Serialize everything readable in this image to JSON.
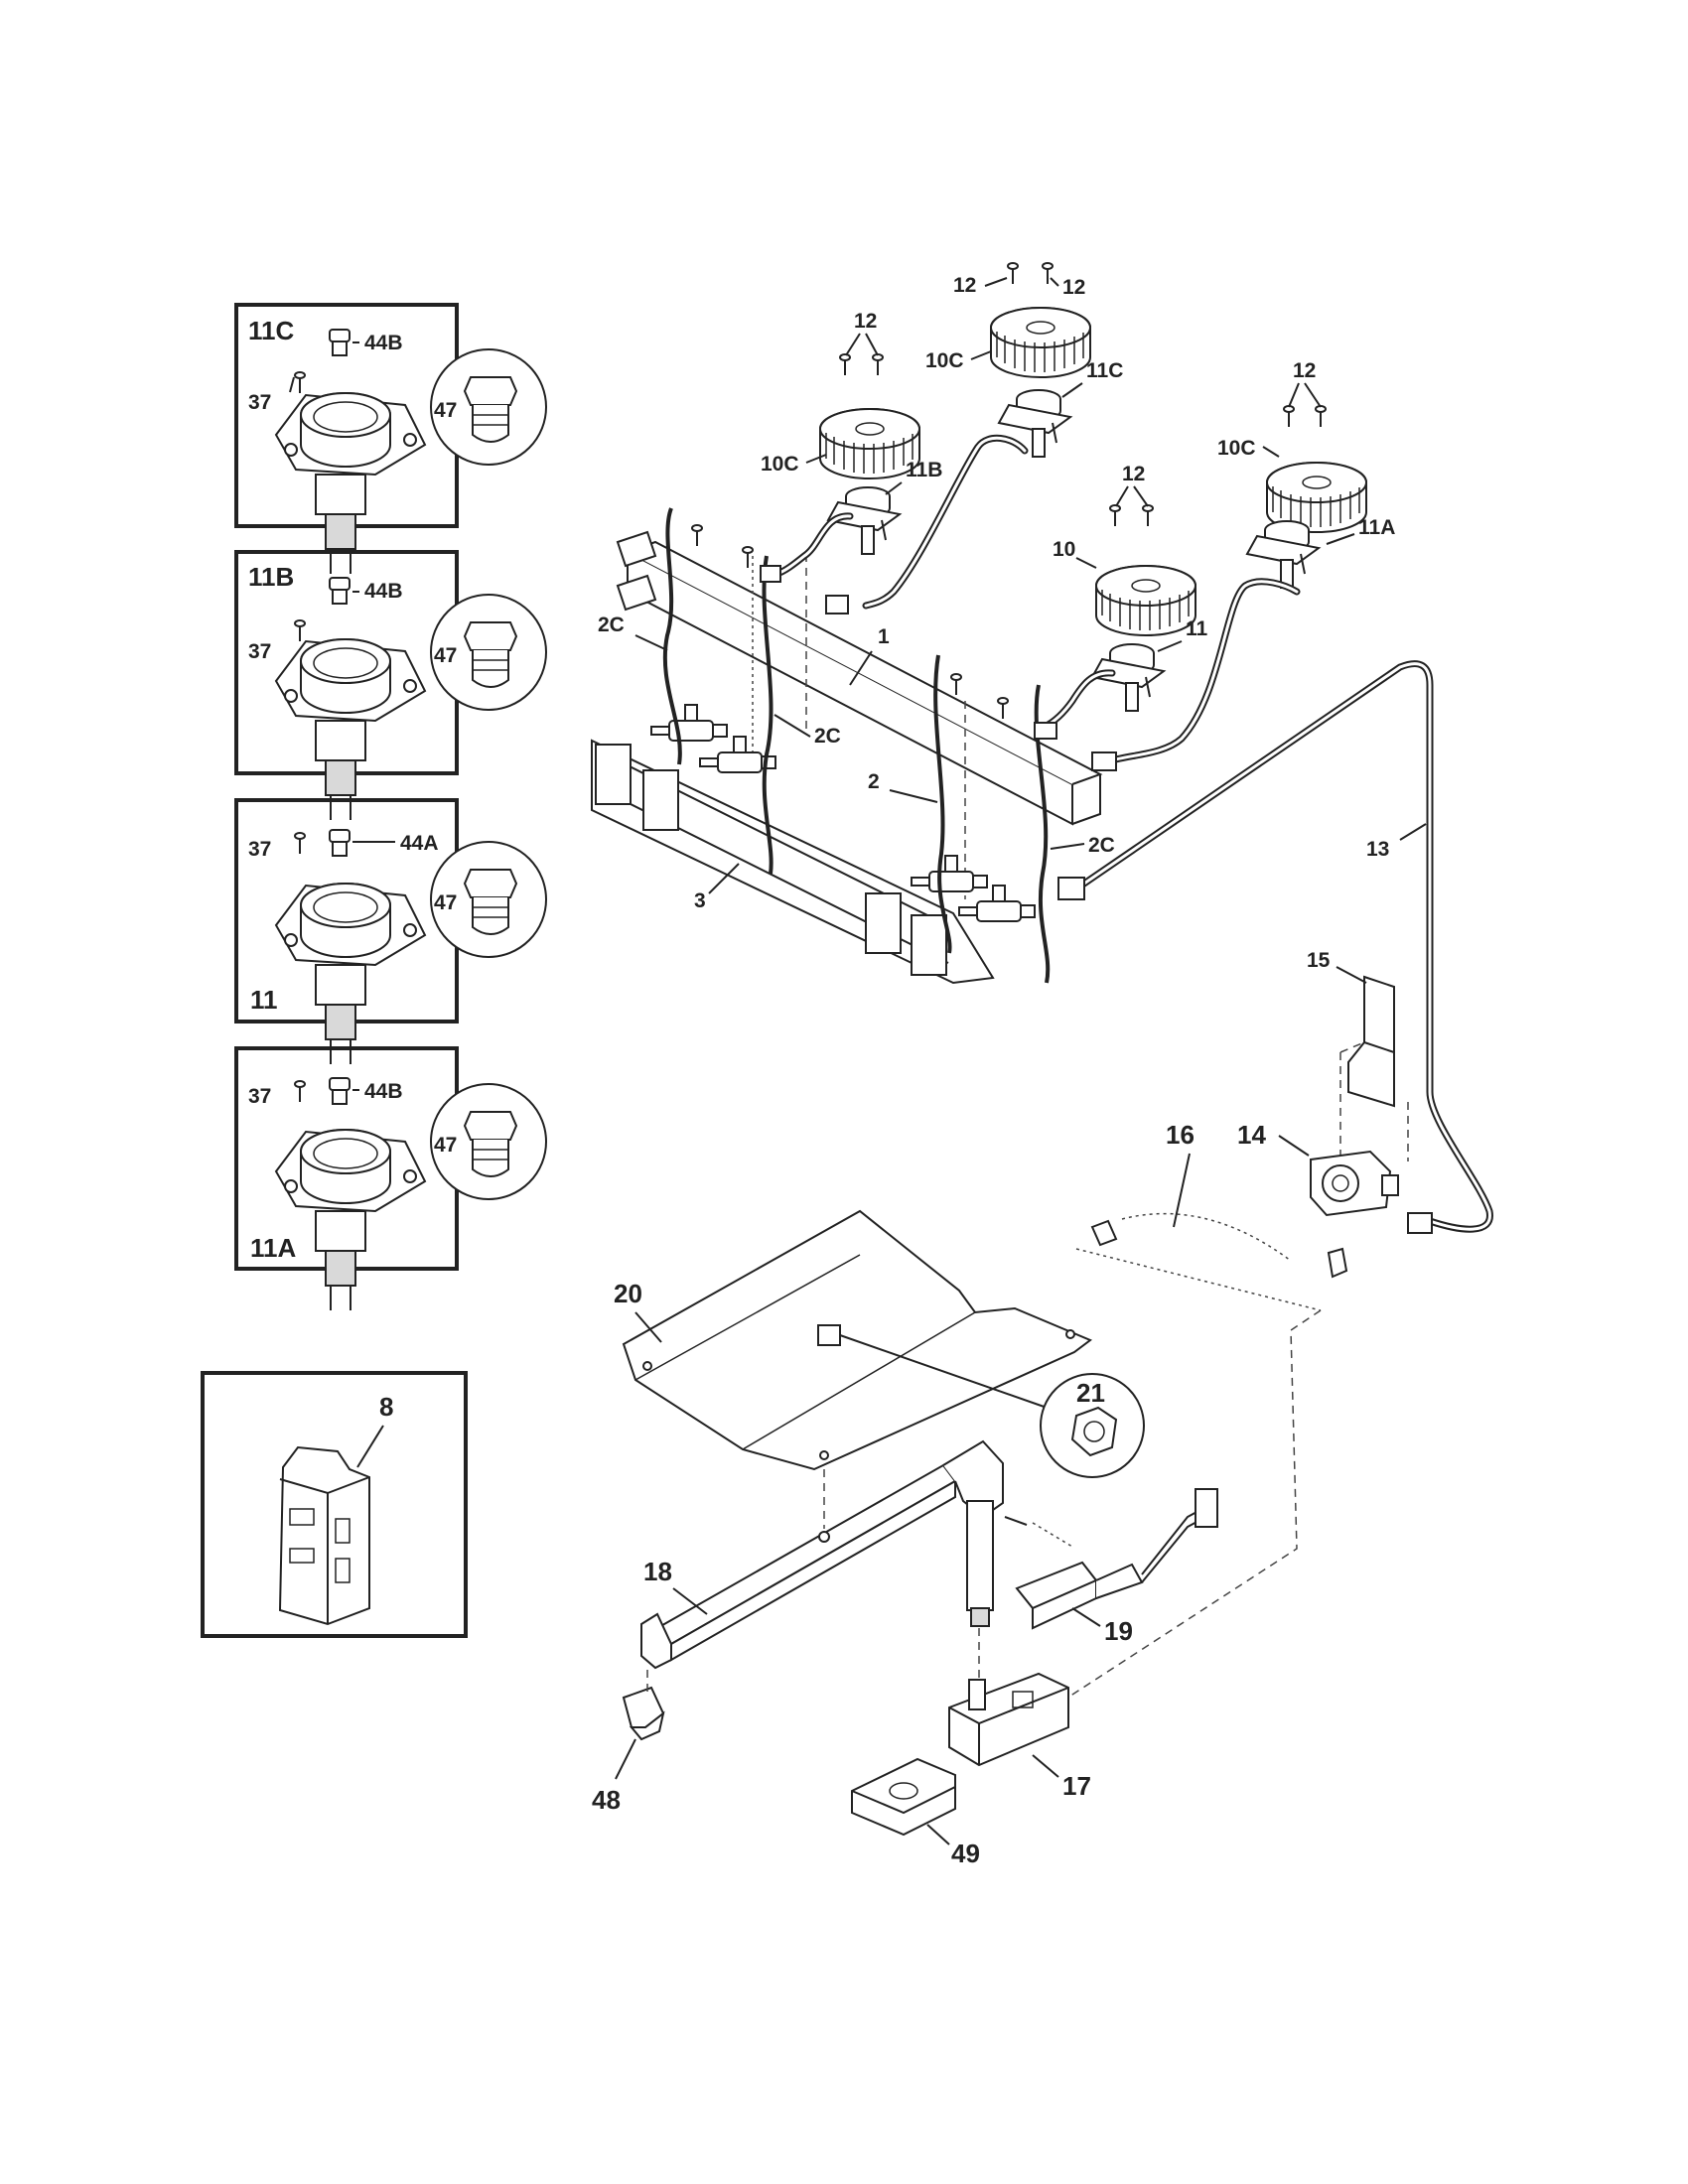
{
  "callouts": {
    "p1": "1",
    "p2": "2",
    "p2c_a": "2C",
    "p2c_b": "2C",
    "p2c_c": "2C",
    "p3": "3",
    "p8": "8",
    "p10": "10",
    "p10c_a": "10C",
    "p10c_b": "10C",
    "p10c_c": "10C",
    "p11": "11",
    "p11a": "11A",
    "p11b": "11B",
    "p11c": "11C",
    "p12_a": "12",
    "p12_b": "12",
    "p12_c": "12",
    "p12_d": "12",
    "p12_e": "12",
    "p13": "13",
    "p14": "14",
    "p15": "15",
    "p16": "16",
    "p17": "17",
    "p18": "18",
    "p19": "19",
    "p20": "20",
    "p21": "21",
    "p48": "48",
    "p49": "49"
  },
  "insets": [
    {
      "title": "11C",
      "screw": "37",
      "cap": "44B",
      "orifice": "47"
    },
    {
      "title": "11B",
      "screw": "37",
      "cap": "44B",
      "orifice": "47"
    },
    {
      "title": "11",
      "screw": "37",
      "cap": "44A",
      "orifice": "47"
    },
    {
      "title": "11A",
      "screw": "37",
      "cap": "44B",
      "orifice": "47"
    }
  ]
}
